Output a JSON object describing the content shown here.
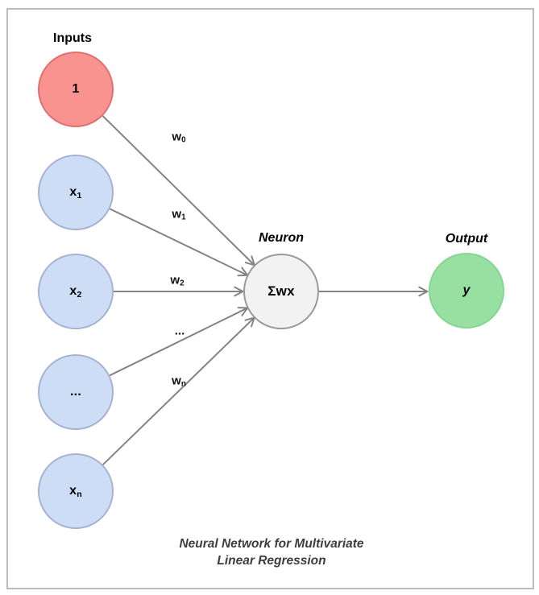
{
  "group_labels": {
    "inputs": "Inputs",
    "neuron": "Neuron",
    "output": "Output"
  },
  "nodes": [
    {
      "id": "bias",
      "label": {
        "base": "1",
        "sub": ""
      },
      "fill": "#f89390",
      "border": "#e0706d"
    },
    {
      "id": "x1",
      "label": {
        "base": "x",
        "sub": "1"
      },
      "fill": "#cdddf6",
      "border": "#a5b2d3"
    },
    {
      "id": "x2",
      "label": {
        "base": "x",
        "sub": "2"
      },
      "fill": "#cdddf6",
      "border": "#a5b2d3"
    },
    {
      "id": "ellipsis",
      "label": {
        "base": "...",
        "sub": ""
      },
      "fill": "#cdddf6",
      "border": "#a5b2d3"
    },
    {
      "id": "xn",
      "label": {
        "base": "x",
        "sub": "n"
      },
      "fill": "#cdddf6",
      "border": "#a5b2d3"
    },
    {
      "id": "neuron",
      "label": {
        "base": "Σwx",
        "sub": ""
      },
      "fill": "#f2f2f2",
      "border": "#999999"
    },
    {
      "id": "output",
      "label": {
        "base": "y",
        "sub": ""
      },
      "fill": "#98e0a2",
      "border": "#85d593"
    }
  ],
  "edges": [
    {
      "from": "bias",
      "to": "neuron",
      "label": {
        "base": "w",
        "sub": "0"
      }
    },
    {
      "from": "x1",
      "to": "neuron",
      "label": {
        "base": "w",
        "sub": "1"
      }
    },
    {
      "from": "x2",
      "to": "neuron",
      "label": {
        "base": "w",
        "sub": "2"
      }
    },
    {
      "from": "ellipsis",
      "to": "neuron",
      "label": {
        "base": "...",
        "sub": ""
      }
    },
    {
      "from": "xn",
      "to": "neuron",
      "label": {
        "base": "w",
        "sub": "n"
      }
    },
    {
      "from": "neuron",
      "to": "output",
      "label": {
        "base": "",
        "sub": ""
      }
    }
  ],
  "caption": {
    "line1": "Neural Network for Multivariate",
    "line2": "Linear Regression"
  },
  "colors": {
    "edge": "#838383",
    "caption_text": "#3d3d3d",
    "frame_border": "#bcbcbc",
    "label_text": "#000000"
  }
}
